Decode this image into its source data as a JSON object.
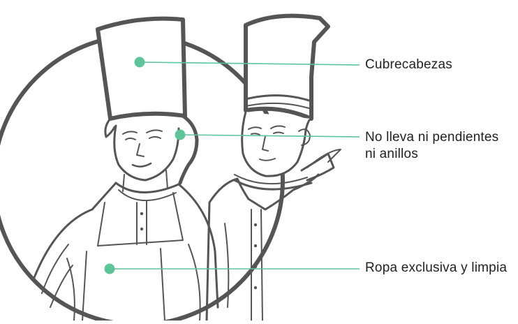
{
  "colors": {
    "illustration_stroke": "#555555",
    "accent": "#5fc49a",
    "label_text": "#222222",
    "background": "#ffffff"
  },
  "callouts": {
    "headwear": {
      "label": "Cubrecabezas"
    },
    "jewelry": {
      "line1": "No lleva ni pendientes",
      "line2": "ni anillos"
    },
    "clothes": {
      "label": "Ropa exclusiva y limpia"
    }
  }
}
